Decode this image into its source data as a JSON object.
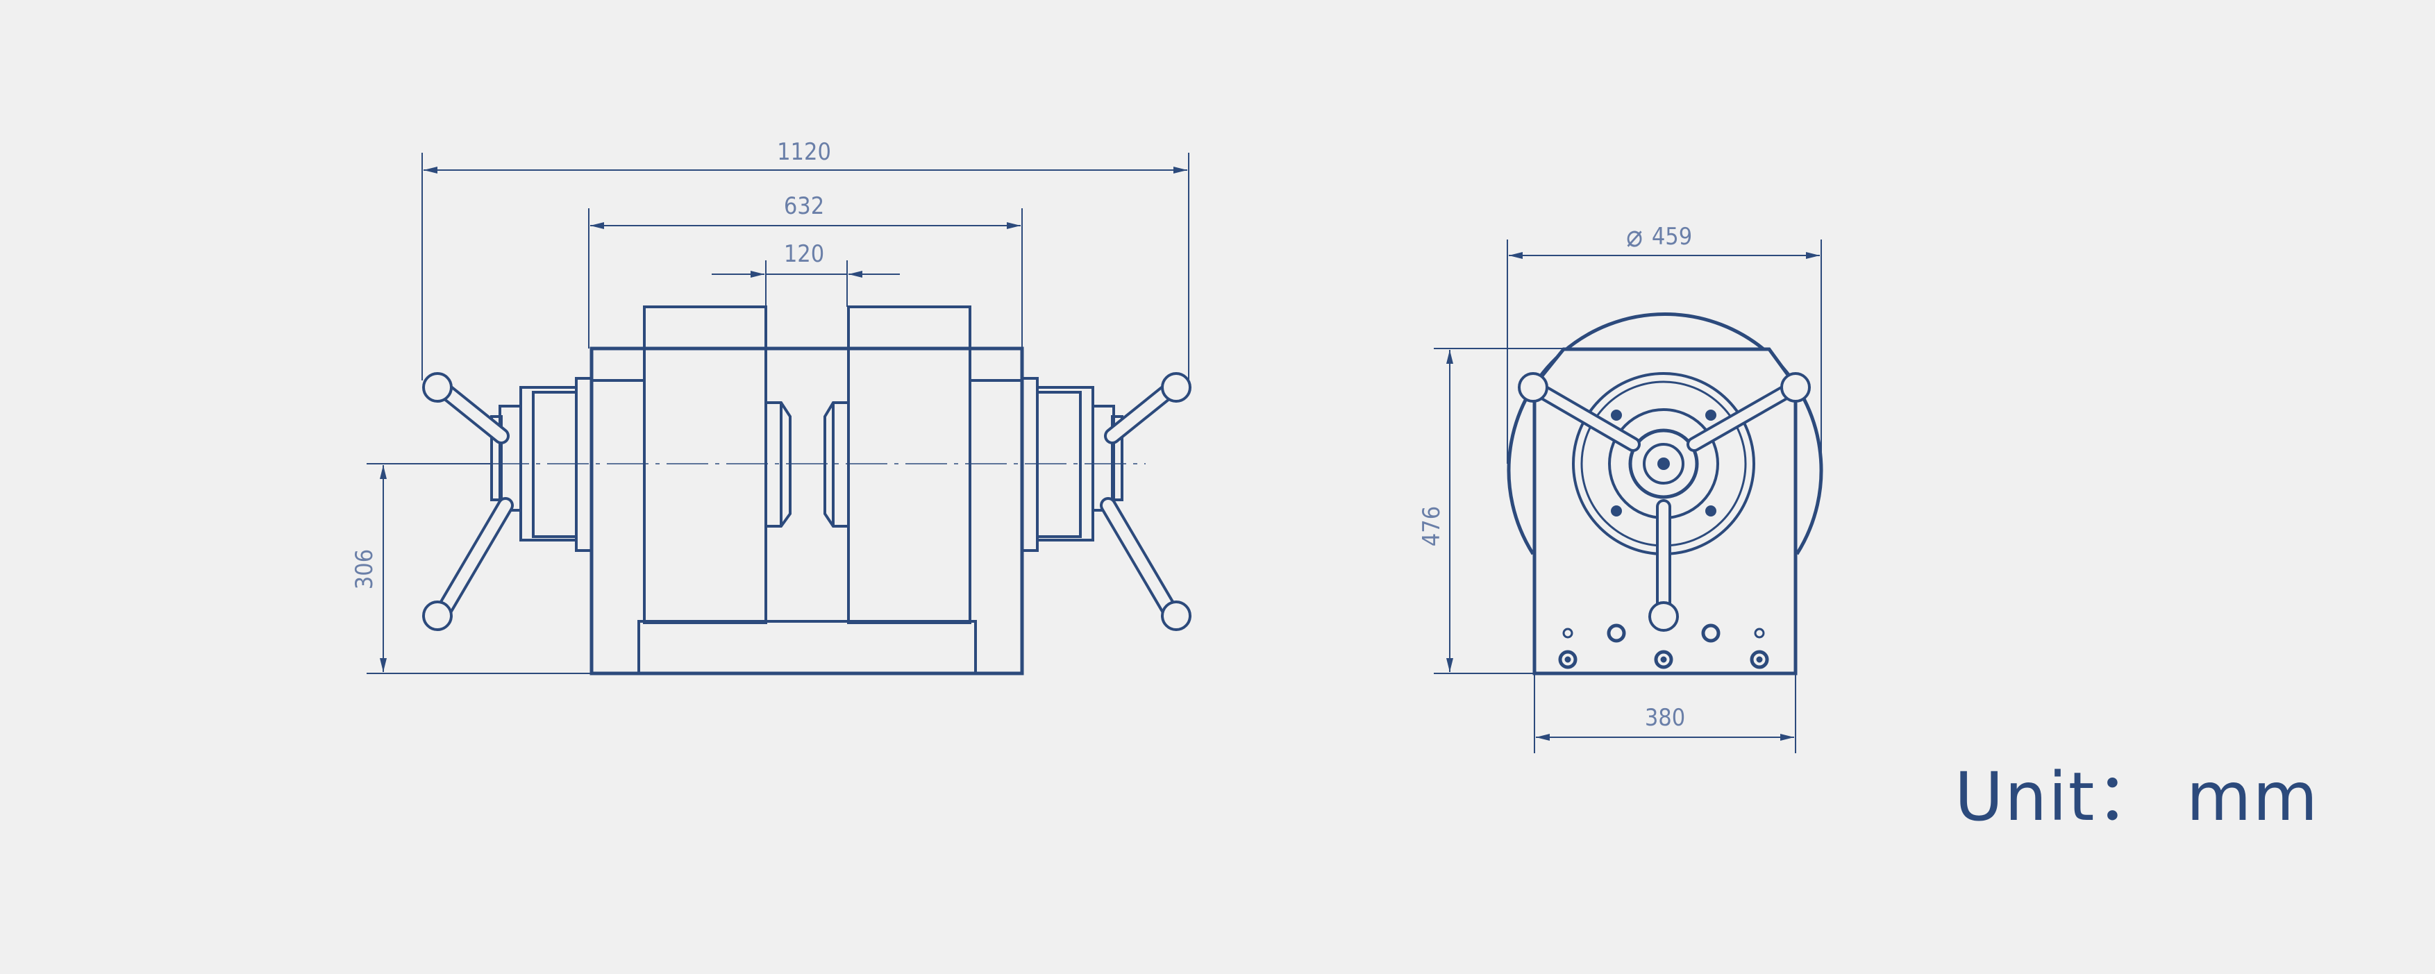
{
  "colors": {
    "background": "#f0f0f0",
    "line": "#2c4a7c",
    "dimension": "#6a7fa8"
  },
  "dimensions": {
    "overall_width": "1120",
    "drum_span": "632",
    "center_gap": "120",
    "center_height": "306",
    "diameter": "459",
    "diameter_symbol": "⌀",
    "height": "476",
    "base_width": "380"
  },
  "unit": {
    "text": "Unit： mm"
  }
}
